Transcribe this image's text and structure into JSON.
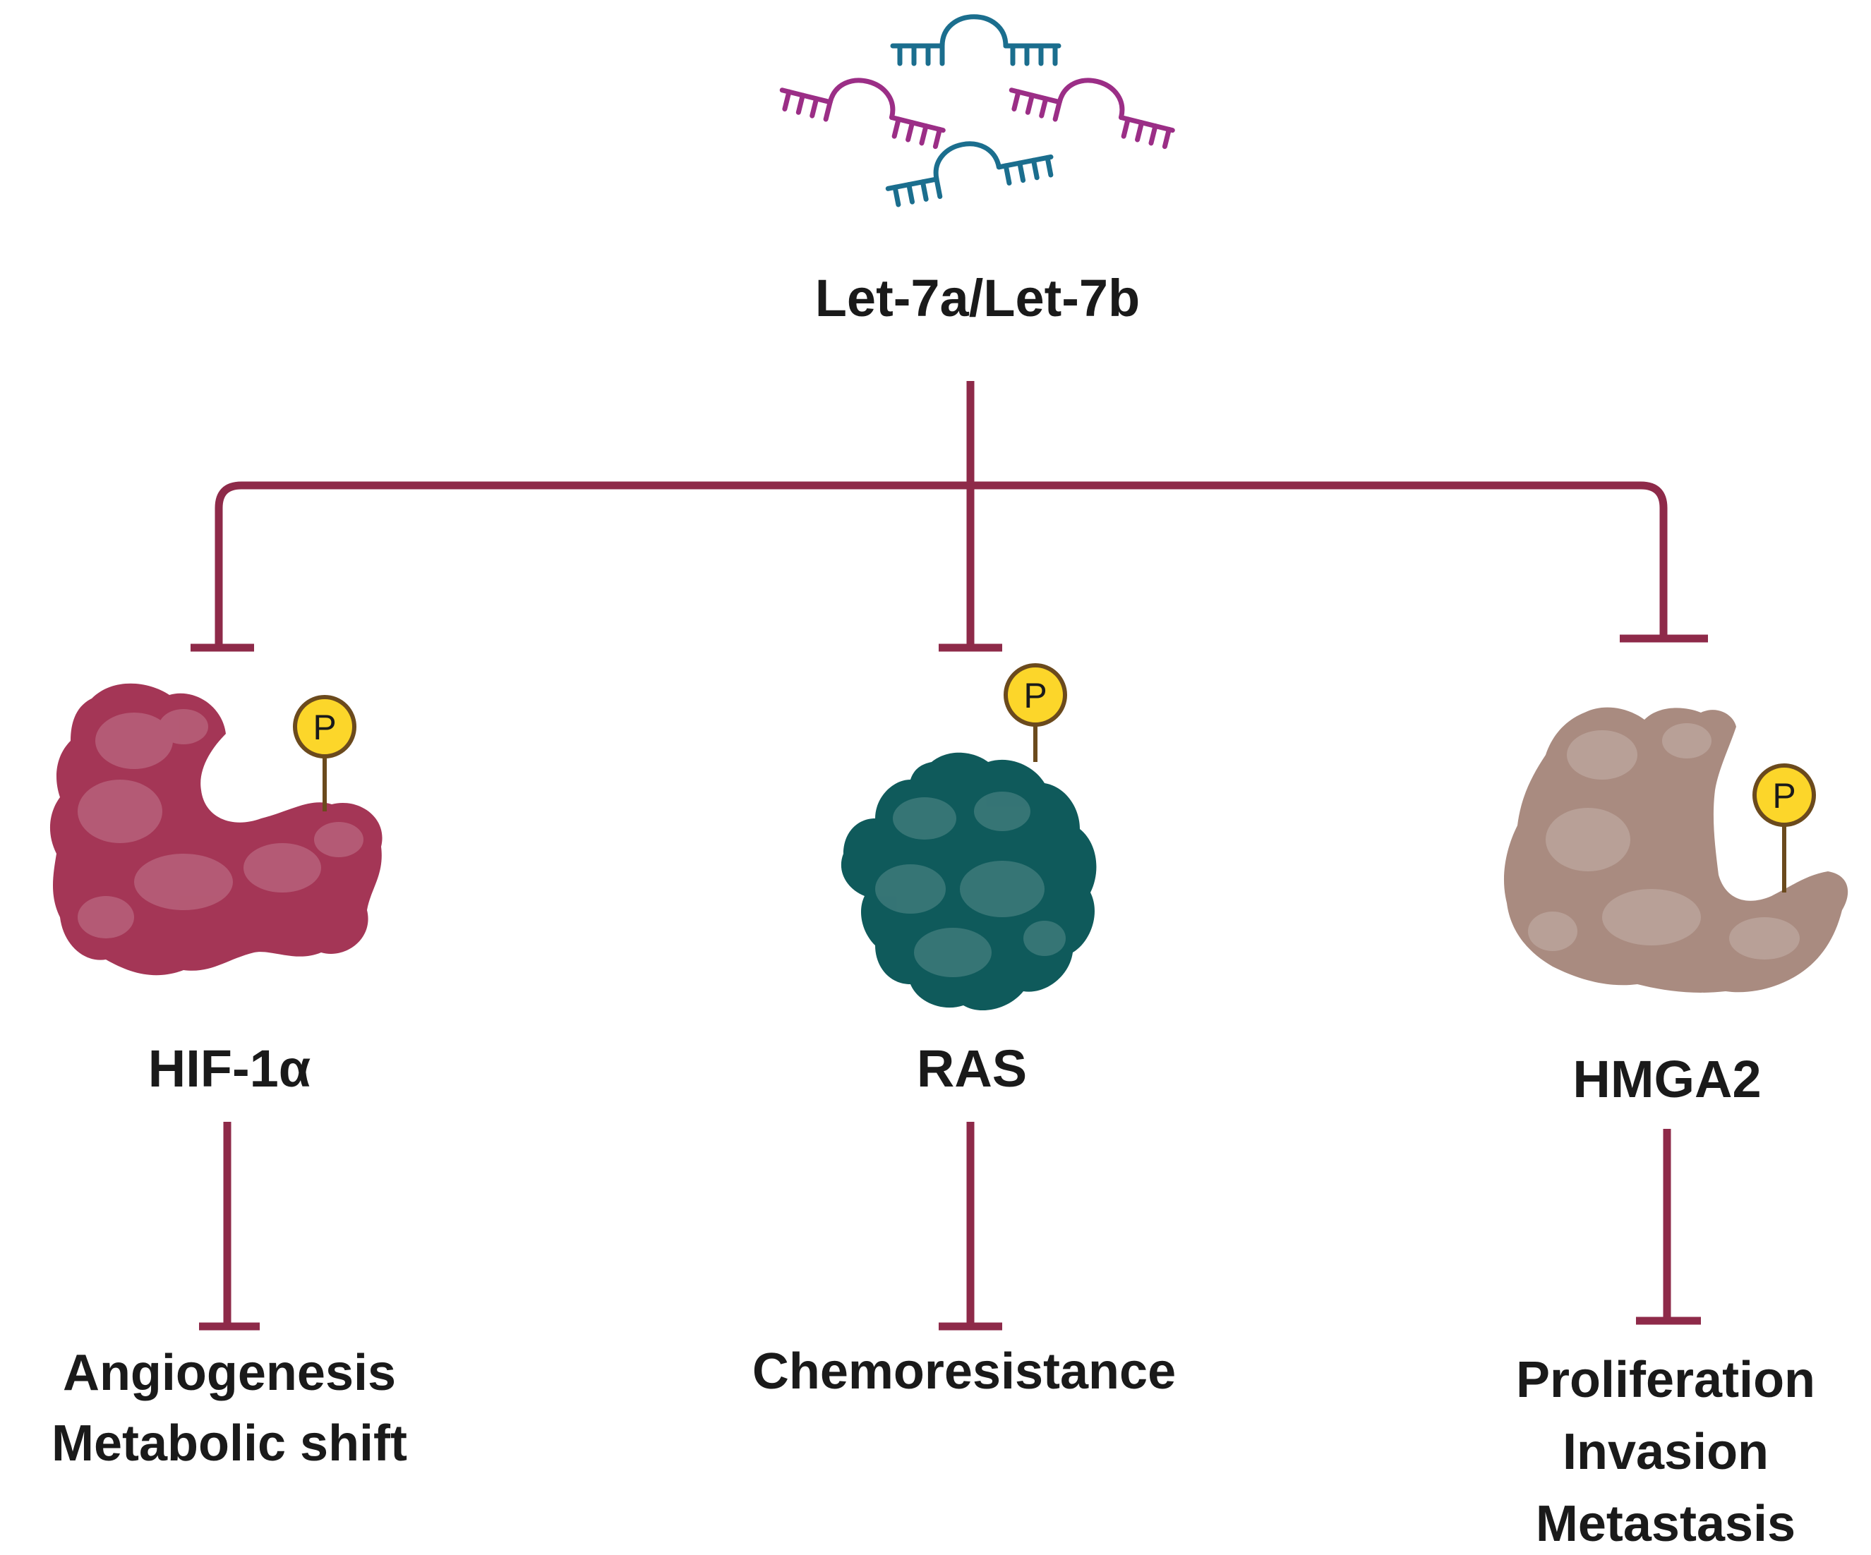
{
  "mirna": {
    "label": "Let-7a/Let-7b",
    "colors": {
      "blue": "#1b6e8e",
      "purple": "#9b2e86"
    }
  },
  "inhibition_color": "#8e2a49",
  "targets": [
    {
      "name": "HIF-1α",
      "color": "#a43656",
      "outcomes": [
        "Angiogenesis",
        "Metabolic shift"
      ],
      "phospho_label": "P"
    },
    {
      "name": "RAS",
      "color": "#0f5a5b",
      "outcomes": [
        "Chemoresistance"
      ],
      "phospho_label": "P"
    },
    {
      "name": "HMGA2",
      "color": "#a98b80",
      "outcomes": [
        "Proliferation",
        "Invasion",
        "Metastasis"
      ],
      "phospho_label": "P"
    }
  ],
  "phospho_color": "#fcd62a"
}
